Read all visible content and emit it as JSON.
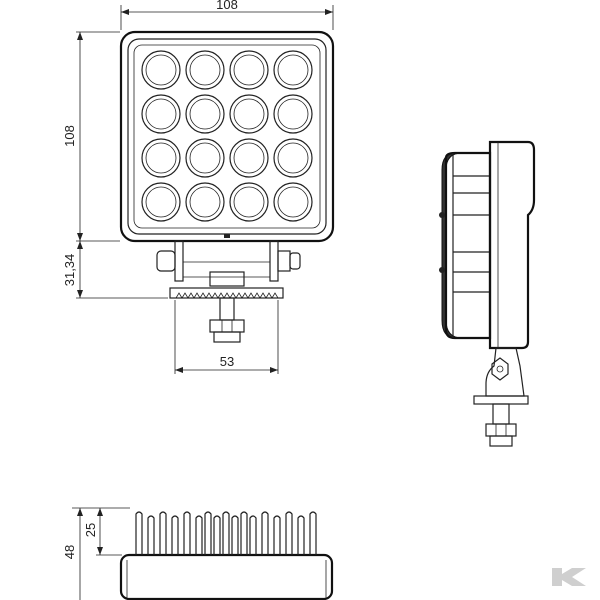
{
  "dimensions": {
    "front_width": "108",
    "front_height": "108",
    "bracket_height": "31,34",
    "bracket_width": "53",
    "fin_depth": "25",
    "total_depth": "48"
  },
  "led_grid": {
    "rows": 4,
    "cols": 4
  },
  "colors": {
    "line": "#222222",
    "watermark": "#cfcfcf"
  },
  "watermark": {
    "glyph": "K"
  }
}
